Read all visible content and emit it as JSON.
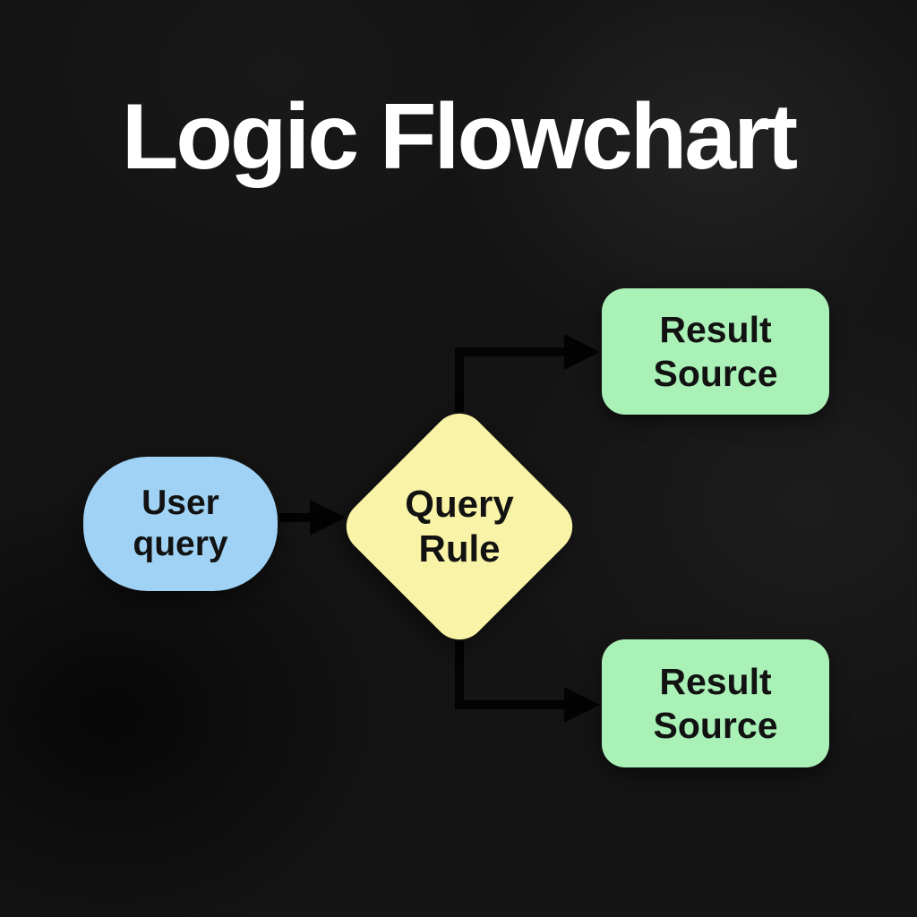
{
  "title": "Logic Flowchart",
  "diagram": {
    "nodes": [
      {
        "id": "user-query",
        "shape": "rounded-pill",
        "label": "User\nquery",
        "fill": "#9fd2f4"
      },
      {
        "id": "query-rule",
        "shape": "decision-diamond",
        "label": "Query\nRule",
        "fill": "#f8f3a6"
      },
      {
        "id": "result-source-top",
        "shape": "rounded-rectangle",
        "label": "Result\nSource",
        "fill": "#a9f1b6"
      },
      {
        "id": "result-source-bottom",
        "shape": "rounded-rectangle",
        "label": "Result\nSource",
        "fill": "#a9f1b6"
      }
    ],
    "edges": [
      {
        "from": "user-query",
        "to": "query-rule"
      },
      {
        "from": "query-rule",
        "to": "result-source-top"
      },
      {
        "from": "query-rule",
        "to": "result-source-bottom"
      }
    ],
    "colors": {
      "background": "#141414",
      "title_text": "#ffffff",
      "node_text": "#121212",
      "arrow": "#030303"
    }
  }
}
